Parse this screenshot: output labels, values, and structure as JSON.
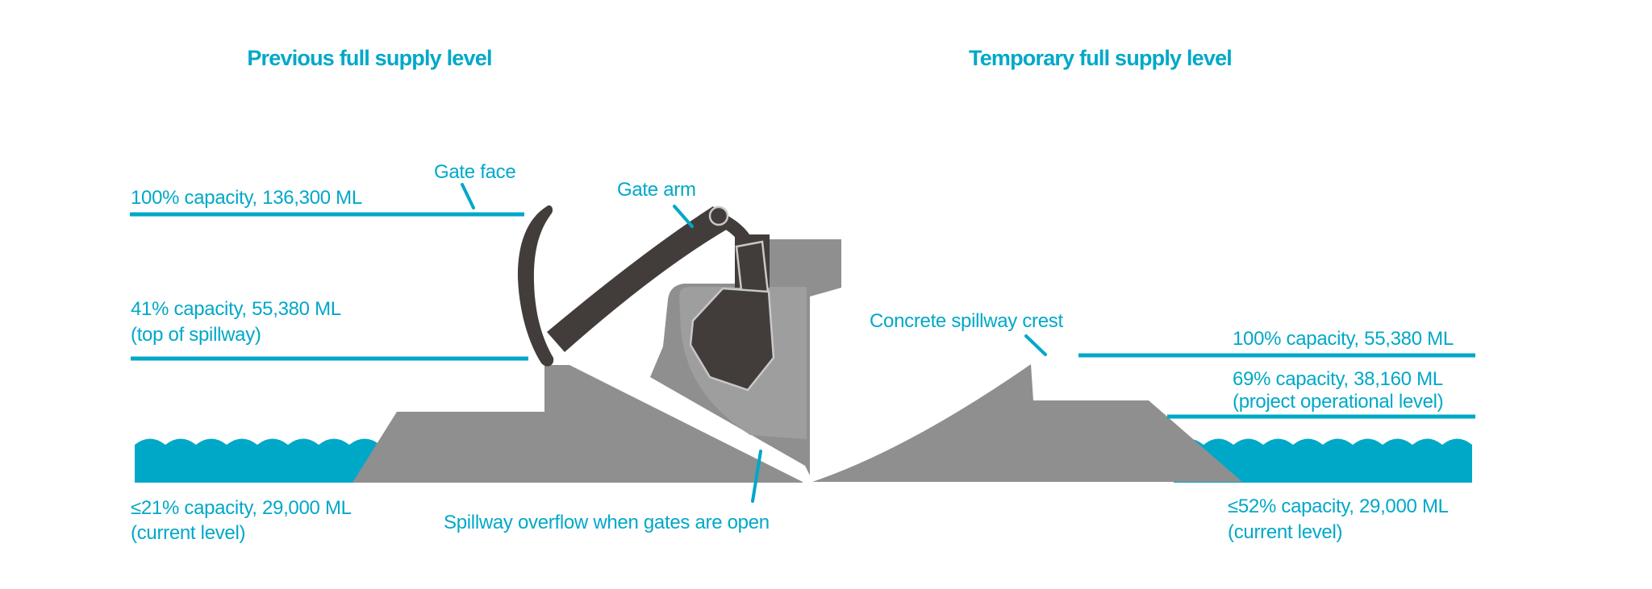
{
  "colors": {
    "teal": "#00a8c8",
    "concrete": "#8f8f8f",
    "concrete_light": "#9e9e9e",
    "charcoal": "#423d3a",
    "background": "#ffffff"
  },
  "titles": {
    "left": "Previous full supply level",
    "right": "Temporary full supply level"
  },
  "left_section": {
    "level_100": {
      "label": "100% capacity, 136,300 ML"
    },
    "level_41": {
      "label": "41% capacity, 55,380 ML",
      "sublabel": "(top of spillway)"
    },
    "level_current": {
      "label": "≤21% capacity, 29,000 ML",
      "sublabel": "(current level)"
    },
    "gate_face": "Gate face",
    "gate_arm": "Gate arm",
    "spillway_overflow": "Spillway overflow when gates are open"
  },
  "right_section": {
    "level_100": {
      "label": "100% capacity, 55,380 ML"
    },
    "level_69": {
      "label": "69% capacity, 38,160 ML",
      "sublabel": "(project operational level)"
    },
    "level_current": {
      "label": "≤52% capacity, 29,000 ML",
      "sublabel": "(current level)"
    },
    "spillway_crest": "Concrete spillway crest"
  }
}
